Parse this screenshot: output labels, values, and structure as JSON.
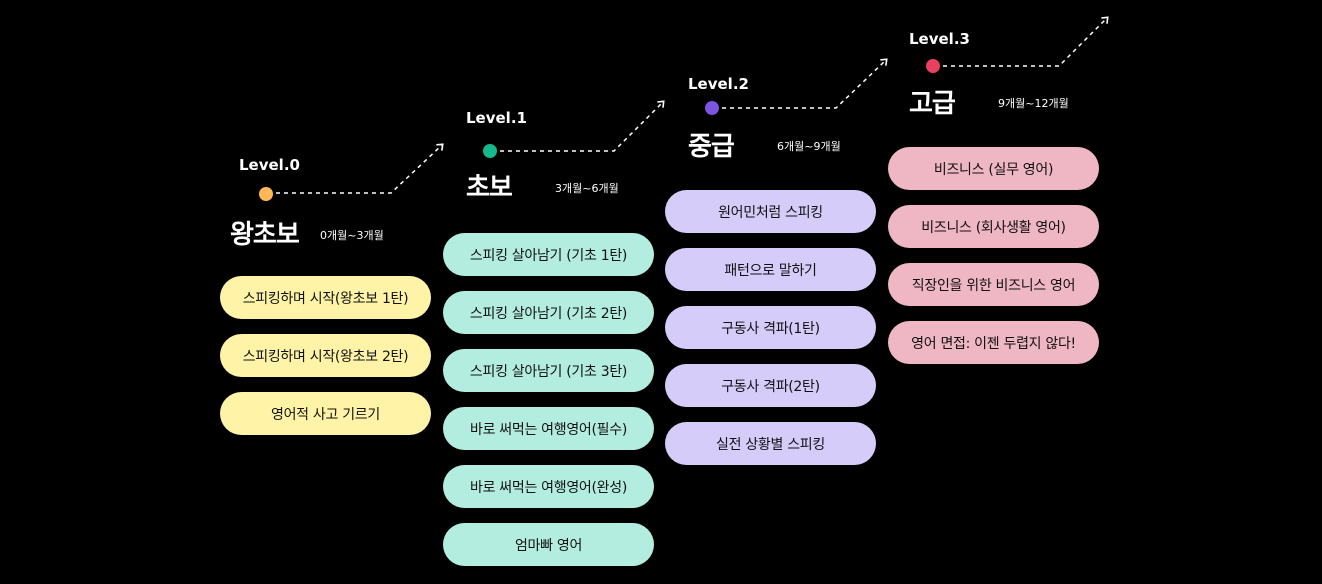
{
  "levels": [
    {
      "label": "Level.0",
      "title": "왕초보",
      "duration": "0개월~3개월",
      "dot_color": "#ffb855",
      "pill_color": "#fff3a8",
      "courses": [
        "스피킹하며 시작(왕초보 1탄)",
        "스피킹하며 시작(왕초보 2탄)",
        "영어적 사고 기르기"
      ]
    },
    {
      "label": "Level.1",
      "title": "초보",
      "duration": "3개월~6개월",
      "dot_color": "#16b98a",
      "pill_color": "#b3ede0",
      "courses": [
        "스피킹 살아남기 (기초 1탄)",
        "스피킹 살아남기 (기초 2탄)",
        "스피킹 살아남기 (기초 3탄)",
        "바로 써먹는 여행영어(필수)",
        "바로 써먹는 여행영어(완성)",
        "엄마빠 영어"
      ]
    },
    {
      "label": "Level.2",
      "title": "중급",
      "duration": "6개월~9개월",
      "dot_color": "#7d55e0",
      "pill_color": "#d5ccfa",
      "courses": [
        "원어민처럼 스피킹",
        "패턴으로 말하기",
        "구동사 격파(1탄)",
        "구동사 격파(2탄)",
        "실전 상황별 스피킹"
      ]
    },
    {
      "label": "Level.3",
      "title": "고급",
      "duration": "9개월~12개월",
      "dot_color": "#e8405e",
      "pill_color": "#efb6c3",
      "courses": [
        "비즈니스 (실무 영어)",
        "비즈니스 (회사생활 영어)",
        "직장인을 위한 비즈니스 영어",
        "영어 면접: 이젠 두렵지 않다!"
      ]
    }
  ]
}
